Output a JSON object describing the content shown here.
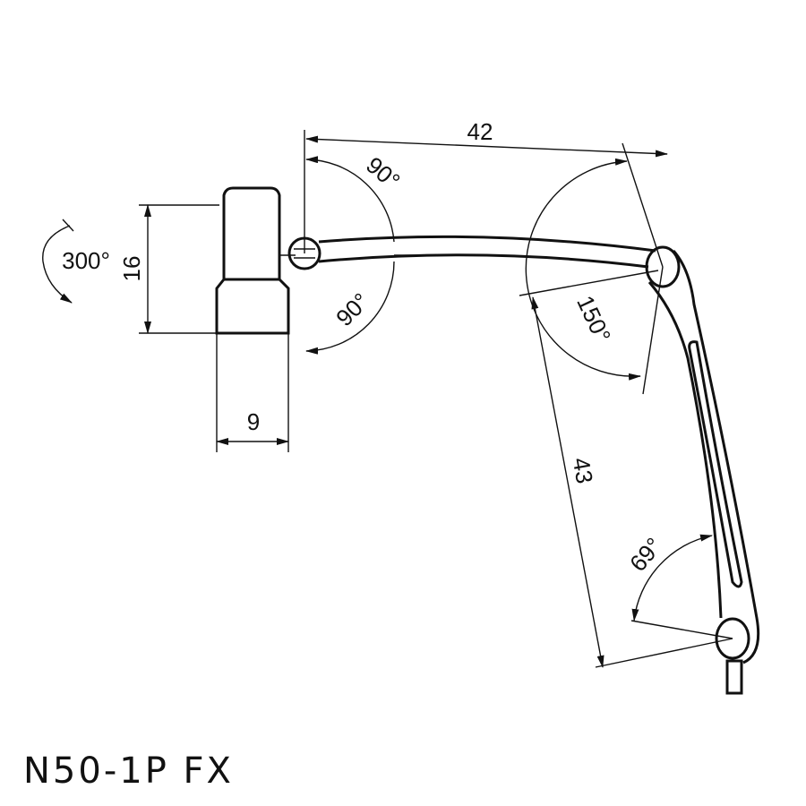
{
  "title": "N50-1P FX",
  "dimensions": {
    "arm1_length": "42",
    "arm2_length": "43",
    "head_height": "16",
    "head_width": "9",
    "head_rotation": "300°",
    "joint1_up": "90°",
    "joint1_down": "90°",
    "joint2": "150°",
    "base_joint": "69°"
  },
  "colors": {
    "line": "#111111",
    "background": "#ffffff"
  }
}
